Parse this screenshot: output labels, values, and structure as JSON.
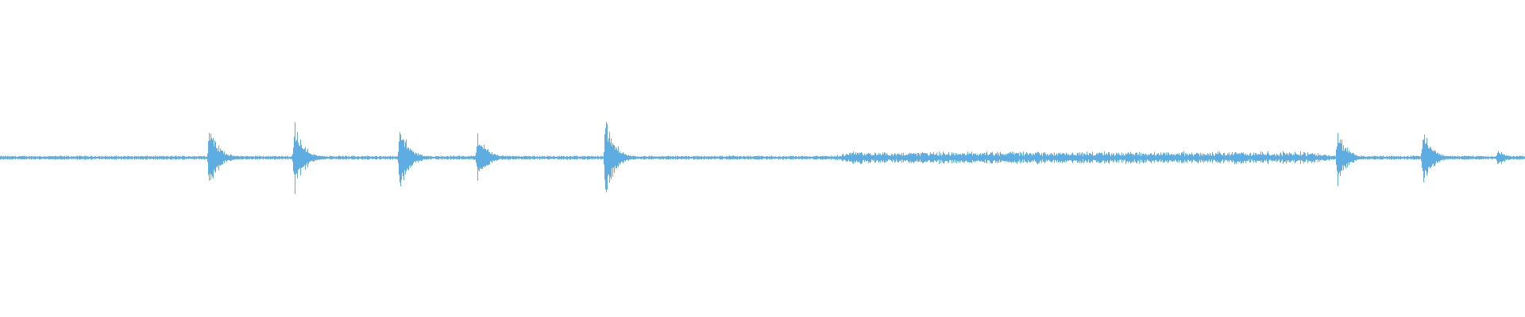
{
  "waveform": {
    "color": "#5DADE2",
    "background": "#ffffff",
    "baseline_amplitude": 0.02,
    "dense_section": {
      "start": 0.54,
      "end": 0.88,
      "amplitude": 0.07
    },
    "transients": [
      {
        "position": 0.137,
        "amplitude": 0.48
      },
      {
        "position": 0.193,
        "amplitude": 0.52
      },
      {
        "position": 0.262,
        "amplitude": 0.5
      },
      {
        "position": 0.313,
        "amplitude": 0.36
      },
      {
        "position": 0.397,
        "amplitude": 0.58
      },
      {
        "position": 0.877,
        "amplitude": 0.38
      },
      {
        "position": 0.933,
        "amplitude": 0.4
      },
      {
        "position": 0.982,
        "amplitude": 0.12
      }
    ]
  }
}
